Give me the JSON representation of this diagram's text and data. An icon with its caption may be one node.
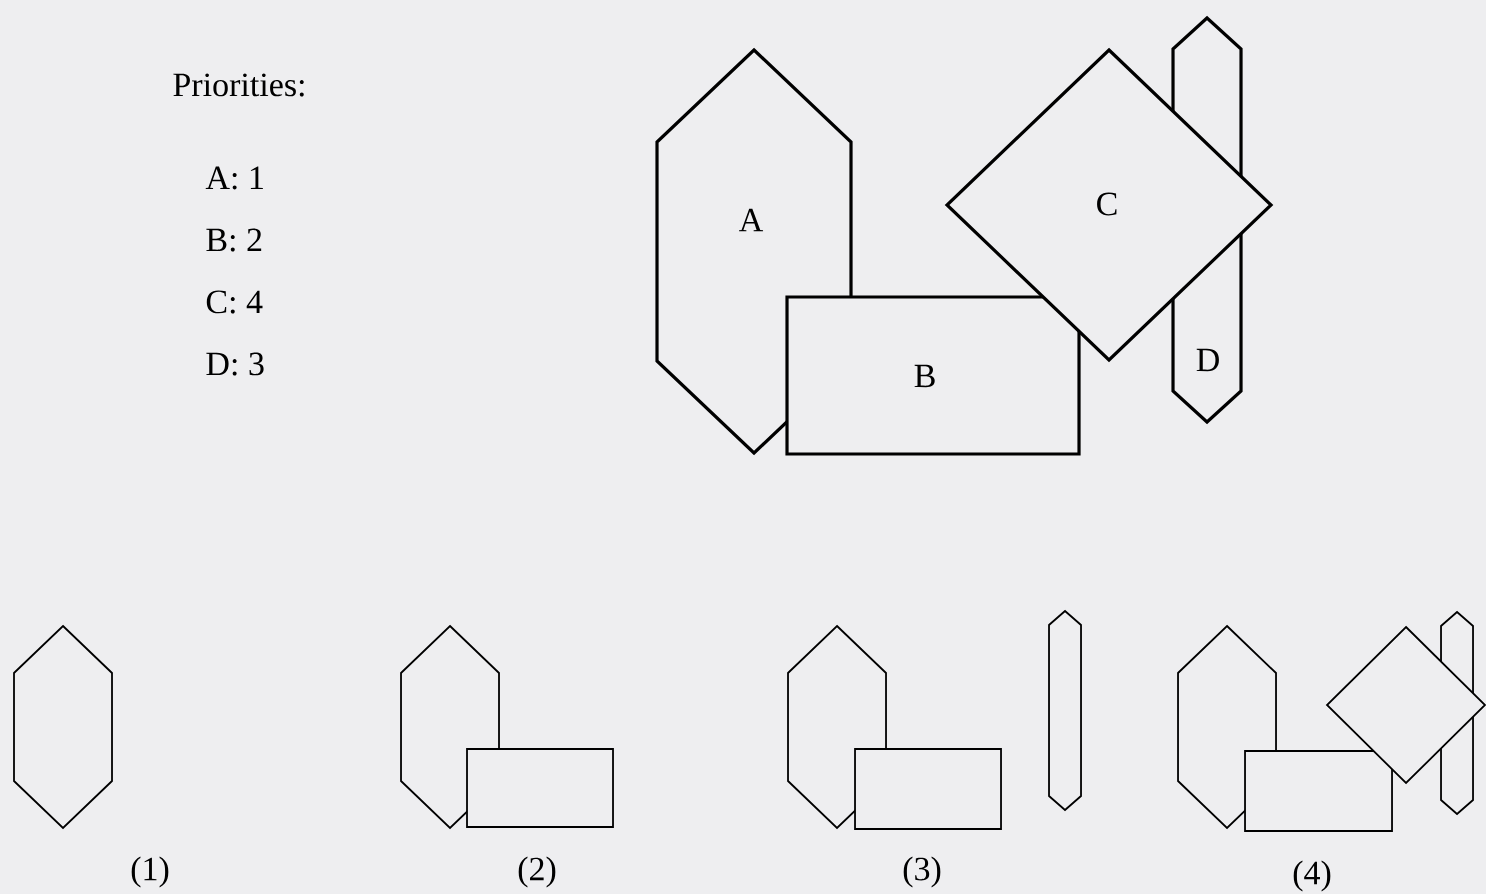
{
  "diagram": {
    "nodes": [
      {
        "text": [
          "A"
        ]
      },
      {
        "text": [
          "B"
        ]
      },
      {
        "text": [
          "C"
        ]
      },
      {
        "text": [
          "D"
        ]
      }
    ],
    "labels": [
      "Priorities:",
      "A: 1",
      "B: 2",
      "C: 4",
      "D: 3",
      "(1)",
      "(2)",
      "(3)",
      "(4)"
    ]
  }
}
